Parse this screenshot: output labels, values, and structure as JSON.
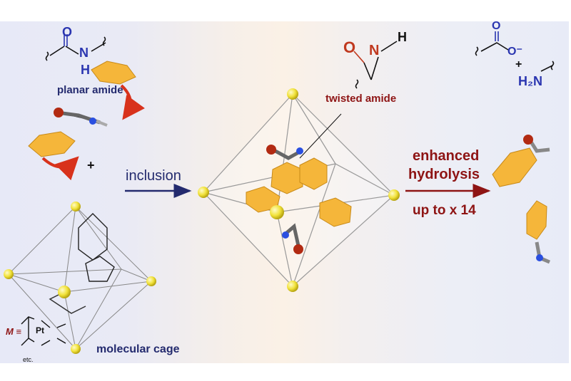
{
  "labels": {
    "planar_amide": "planar amide",
    "twisted_amide": "twisted amide",
    "inclusion": "inclusion",
    "enhanced": "enhanced",
    "hydrolysis": "hydrolysis",
    "up_to": "up to x 14",
    "molecular_cage": "molecular cage",
    "plus": "+",
    "metal_def": "M ≡",
    "etc": "etc."
  },
  "atoms": {
    "O": "O",
    "N": "N",
    "H": "H",
    "H2N": "H₂N",
    "O_minus": "O⁻",
    "Pt": "Pt",
    "M": "M"
  },
  "colors": {
    "navy": "#232a6e",
    "atom_blue": "#2a35b0",
    "twisted_red": "#c0391f",
    "hydrolysis_red": "#8e1414",
    "ring_orange": "#f5b63a",
    "metal_yellow": "#f1e23a"
  }
}
